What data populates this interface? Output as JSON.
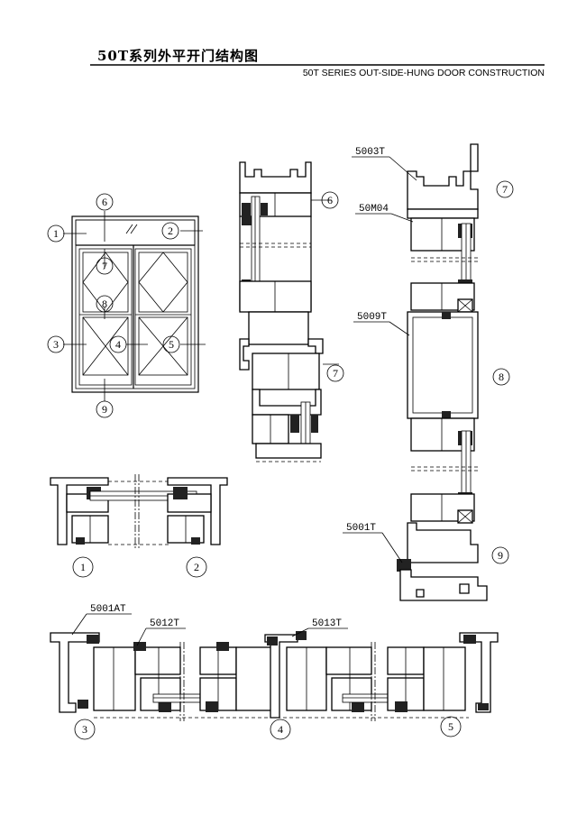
{
  "title": {
    "chinese": "50T系列外平开门结构图",
    "english": "50T SERIES OUT-SIDE-HUNG DOOR CONSTRUCTION"
  },
  "door_elevation": {
    "bubbles": [
      "1",
      "2",
      "3",
      "4",
      "5",
      "6",
      "7",
      "8",
      "9"
    ]
  },
  "vertical_section_left": {
    "bubbles": [
      "6",
      "7"
    ]
  },
  "vertical_section_right": {
    "callouts": [
      "5003T",
      "50M04",
      "5009T",
      "5001T"
    ],
    "bubbles": [
      "7",
      "8",
      "9"
    ]
  },
  "jamb_section": {
    "bubbles": [
      "1",
      "2"
    ]
  },
  "horizontal_section": {
    "callouts": [
      "5001AT",
      "5012T",
      "5013T"
    ],
    "bubbles": [
      "3",
      "4",
      "5"
    ]
  }
}
